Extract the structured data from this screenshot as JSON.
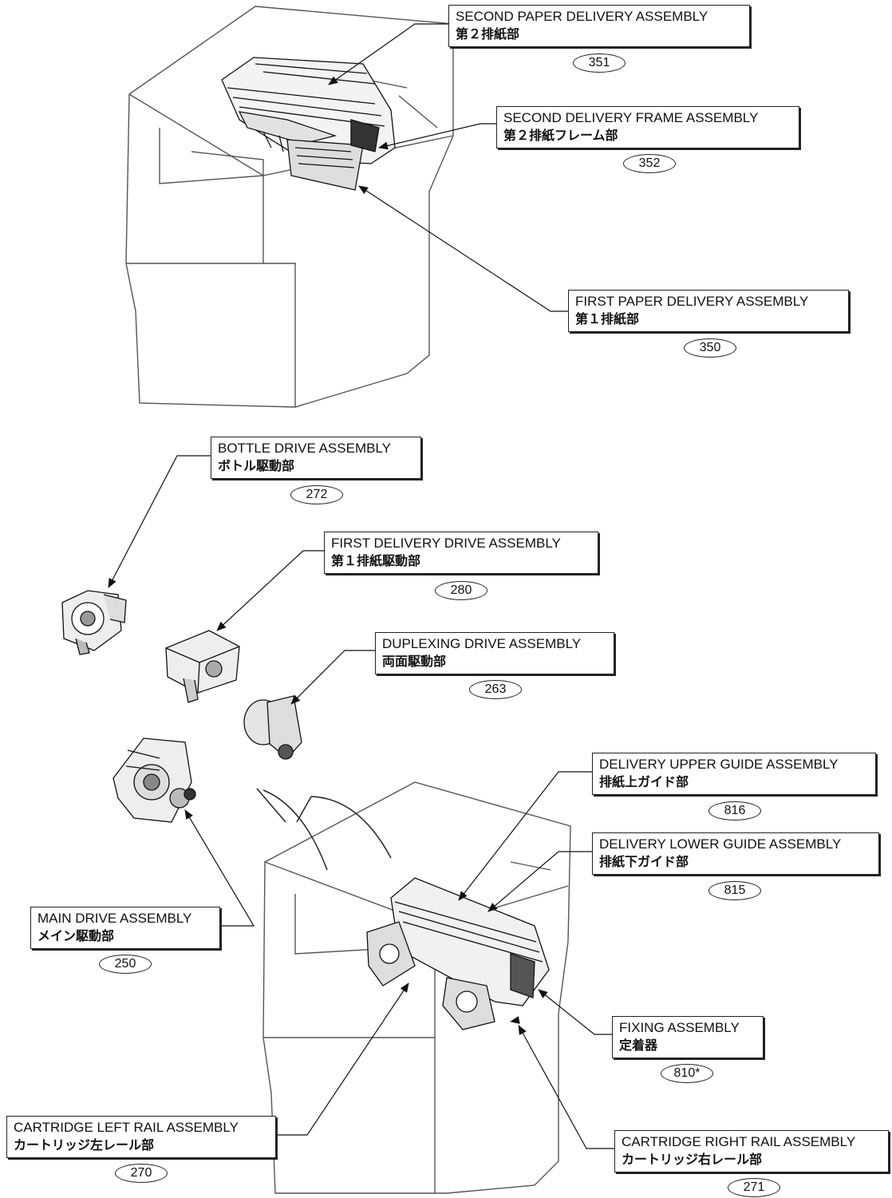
{
  "callouts": [
    {
      "key": "second_paper_delivery",
      "en": "SECOND PAPER DELIVERY ASSEMBLY",
      "jp": "第２排紙部",
      "num": "351"
    },
    {
      "key": "second_delivery_frame",
      "en": "SECOND DELIVERY FRAME ASSEMBLY",
      "jp": "第２排紙フレーム部",
      "num": "352"
    },
    {
      "key": "first_paper_delivery",
      "en": "FIRST PAPER DELIVERY ASSEMBLY",
      "jp": "第１排紙部",
      "num": "350"
    },
    {
      "key": "bottle_drive",
      "en": "BOTTLE DRIVE ASSEMBLY",
      "jp": "ボトル駆動部",
      "num": "272"
    },
    {
      "key": "first_delivery_drive",
      "en": "FIRST DELIVERY DRIVE ASSEMBLY",
      "jp": "第１排紙駆動部",
      "num": "280"
    },
    {
      "key": "duplexing_drive",
      "en": "DUPLEXING DRIVE ASSEMBLY",
      "jp": "両面駆動部",
      "num": "263"
    },
    {
      "key": "delivery_upper_guide",
      "en": "DELIVERY UPPER GUIDE ASSEMBLY",
      "jp": "排紙上ガイド部",
      "num": "816"
    },
    {
      "key": "delivery_lower_guide",
      "en": "DELIVERY LOWER GUIDE ASSEMBLY",
      "jp": "排紙下ガイド部",
      "num": "815"
    },
    {
      "key": "main_drive",
      "en": "MAIN DRIVE ASSEMBLY",
      "jp": "メイン駆動部",
      "num": "250"
    },
    {
      "key": "fixing",
      "en": "FIXING ASSEMBLY",
      "jp": "定着器",
      "num": "810*"
    },
    {
      "key": "cartridge_left_rail",
      "en": "CARTRIDGE LEFT RAIL ASSEMBLY",
      "jp": "カートリッジ左レール部",
      "num": "270"
    },
    {
      "key": "cartridge_right_rail",
      "en": "CARTRIDGE RIGHT RAIL ASSEMBLY",
      "jp": "カートリッジ右レール部",
      "num": "271"
    }
  ]
}
